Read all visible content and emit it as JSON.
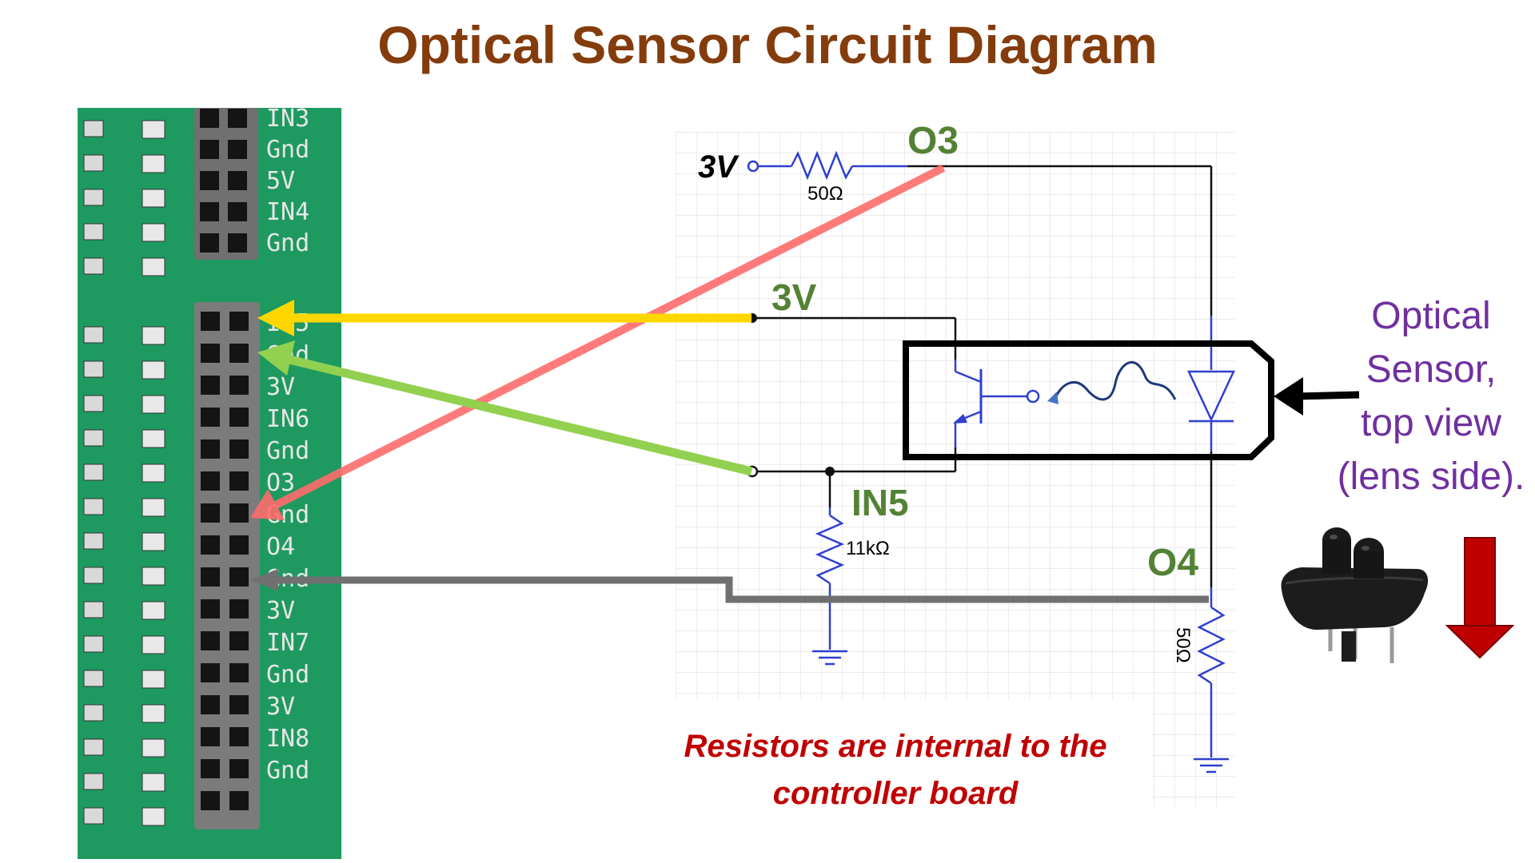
{
  "title": "Optical Sensor Circuit Diagram",
  "board": {
    "pin_labels": [
      "IN3",
      "Gnd",
      "5V",
      "IN4",
      "Gnd",
      "IN5",
      "Gnd",
      "3V",
      "IN6",
      "Gnd",
      "O3",
      "Gnd",
      "O4",
      "Gnd",
      "3V",
      "IN7",
      "Gnd",
      "3V",
      "IN8",
      "Gnd"
    ]
  },
  "schematic": {
    "supply_top_label": "3V",
    "resistor_top_label": "50Ω",
    "node_o3_label": "O3",
    "supply_mid_label": "3V",
    "node_in5_label": "IN5",
    "resistor_mid_label": "11kΩ",
    "node_o4_label": "O4",
    "resistor_bottom_label": "50Ω"
  },
  "sensor_caption": [
    "Optical",
    "Sensor,",
    "top view",
    "(lens side)."
  ],
  "note": [
    "Resistors are internal to the",
    "controller board"
  ],
  "colors": {
    "title": "#843c0c",
    "node_labels": "#548235",
    "component_blue": "#2f3fd0",
    "arrow_yellow": "#ffd700",
    "arrow_green": "#92d050",
    "arrow_red": "#ff6b6b",
    "arrow_gray": "#707070",
    "note": "#c00000",
    "caption": "#7030a0",
    "down_arrow": "#c00000",
    "board_green": "#1e9960"
  },
  "icons": [
    "photo-of-controller-board",
    "phototransistor-symbol",
    "led-diode-symbol",
    "ground-symbol",
    "resistor-symbol",
    "photo-of-optical-sensor",
    "down-arrow-icon"
  ]
}
